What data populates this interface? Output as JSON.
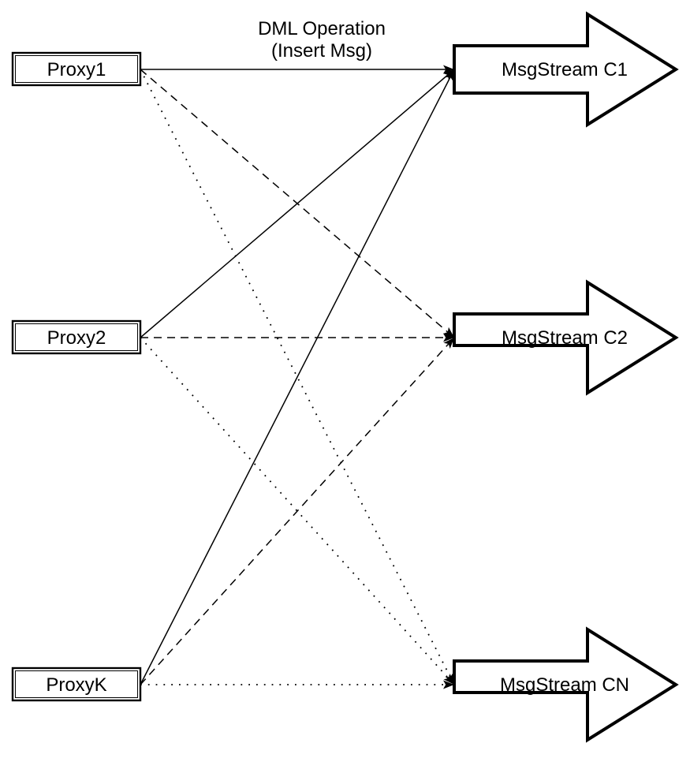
{
  "title": {
    "line1": "DML Operation",
    "line2": "(Insert Msg)"
  },
  "proxies": [
    {
      "id": "proxy1",
      "label": "Proxy1"
    },
    {
      "id": "proxy2",
      "label": "Proxy2"
    },
    {
      "id": "proxyK",
      "label": "ProxyK"
    }
  ],
  "streams": [
    {
      "id": "c1",
      "label": "MsgStream C1"
    },
    {
      "id": "c2",
      "label": "MsgStream C2"
    },
    {
      "id": "cn",
      "label": "MsgStream CN"
    }
  ],
  "edges": [
    {
      "from": "proxy1",
      "to": "c1",
      "style": "solid"
    },
    {
      "from": "proxy2",
      "to": "c1",
      "style": "solid"
    },
    {
      "from": "proxyK",
      "to": "c1",
      "style": "solid"
    },
    {
      "from": "proxy1",
      "to": "c2",
      "style": "dashed"
    },
    {
      "from": "proxy2",
      "to": "c2",
      "style": "dashed"
    },
    {
      "from": "proxyK",
      "to": "c2",
      "style": "dashed"
    },
    {
      "from": "proxy1",
      "to": "cn",
      "style": "dotted"
    },
    {
      "from": "proxy2",
      "to": "cn",
      "style": "dotted"
    },
    {
      "from": "proxyK",
      "to": "cn",
      "style": "dotted"
    }
  ],
  "colors": {
    "stroke": "#000000",
    "background": "#ffffff"
  }
}
